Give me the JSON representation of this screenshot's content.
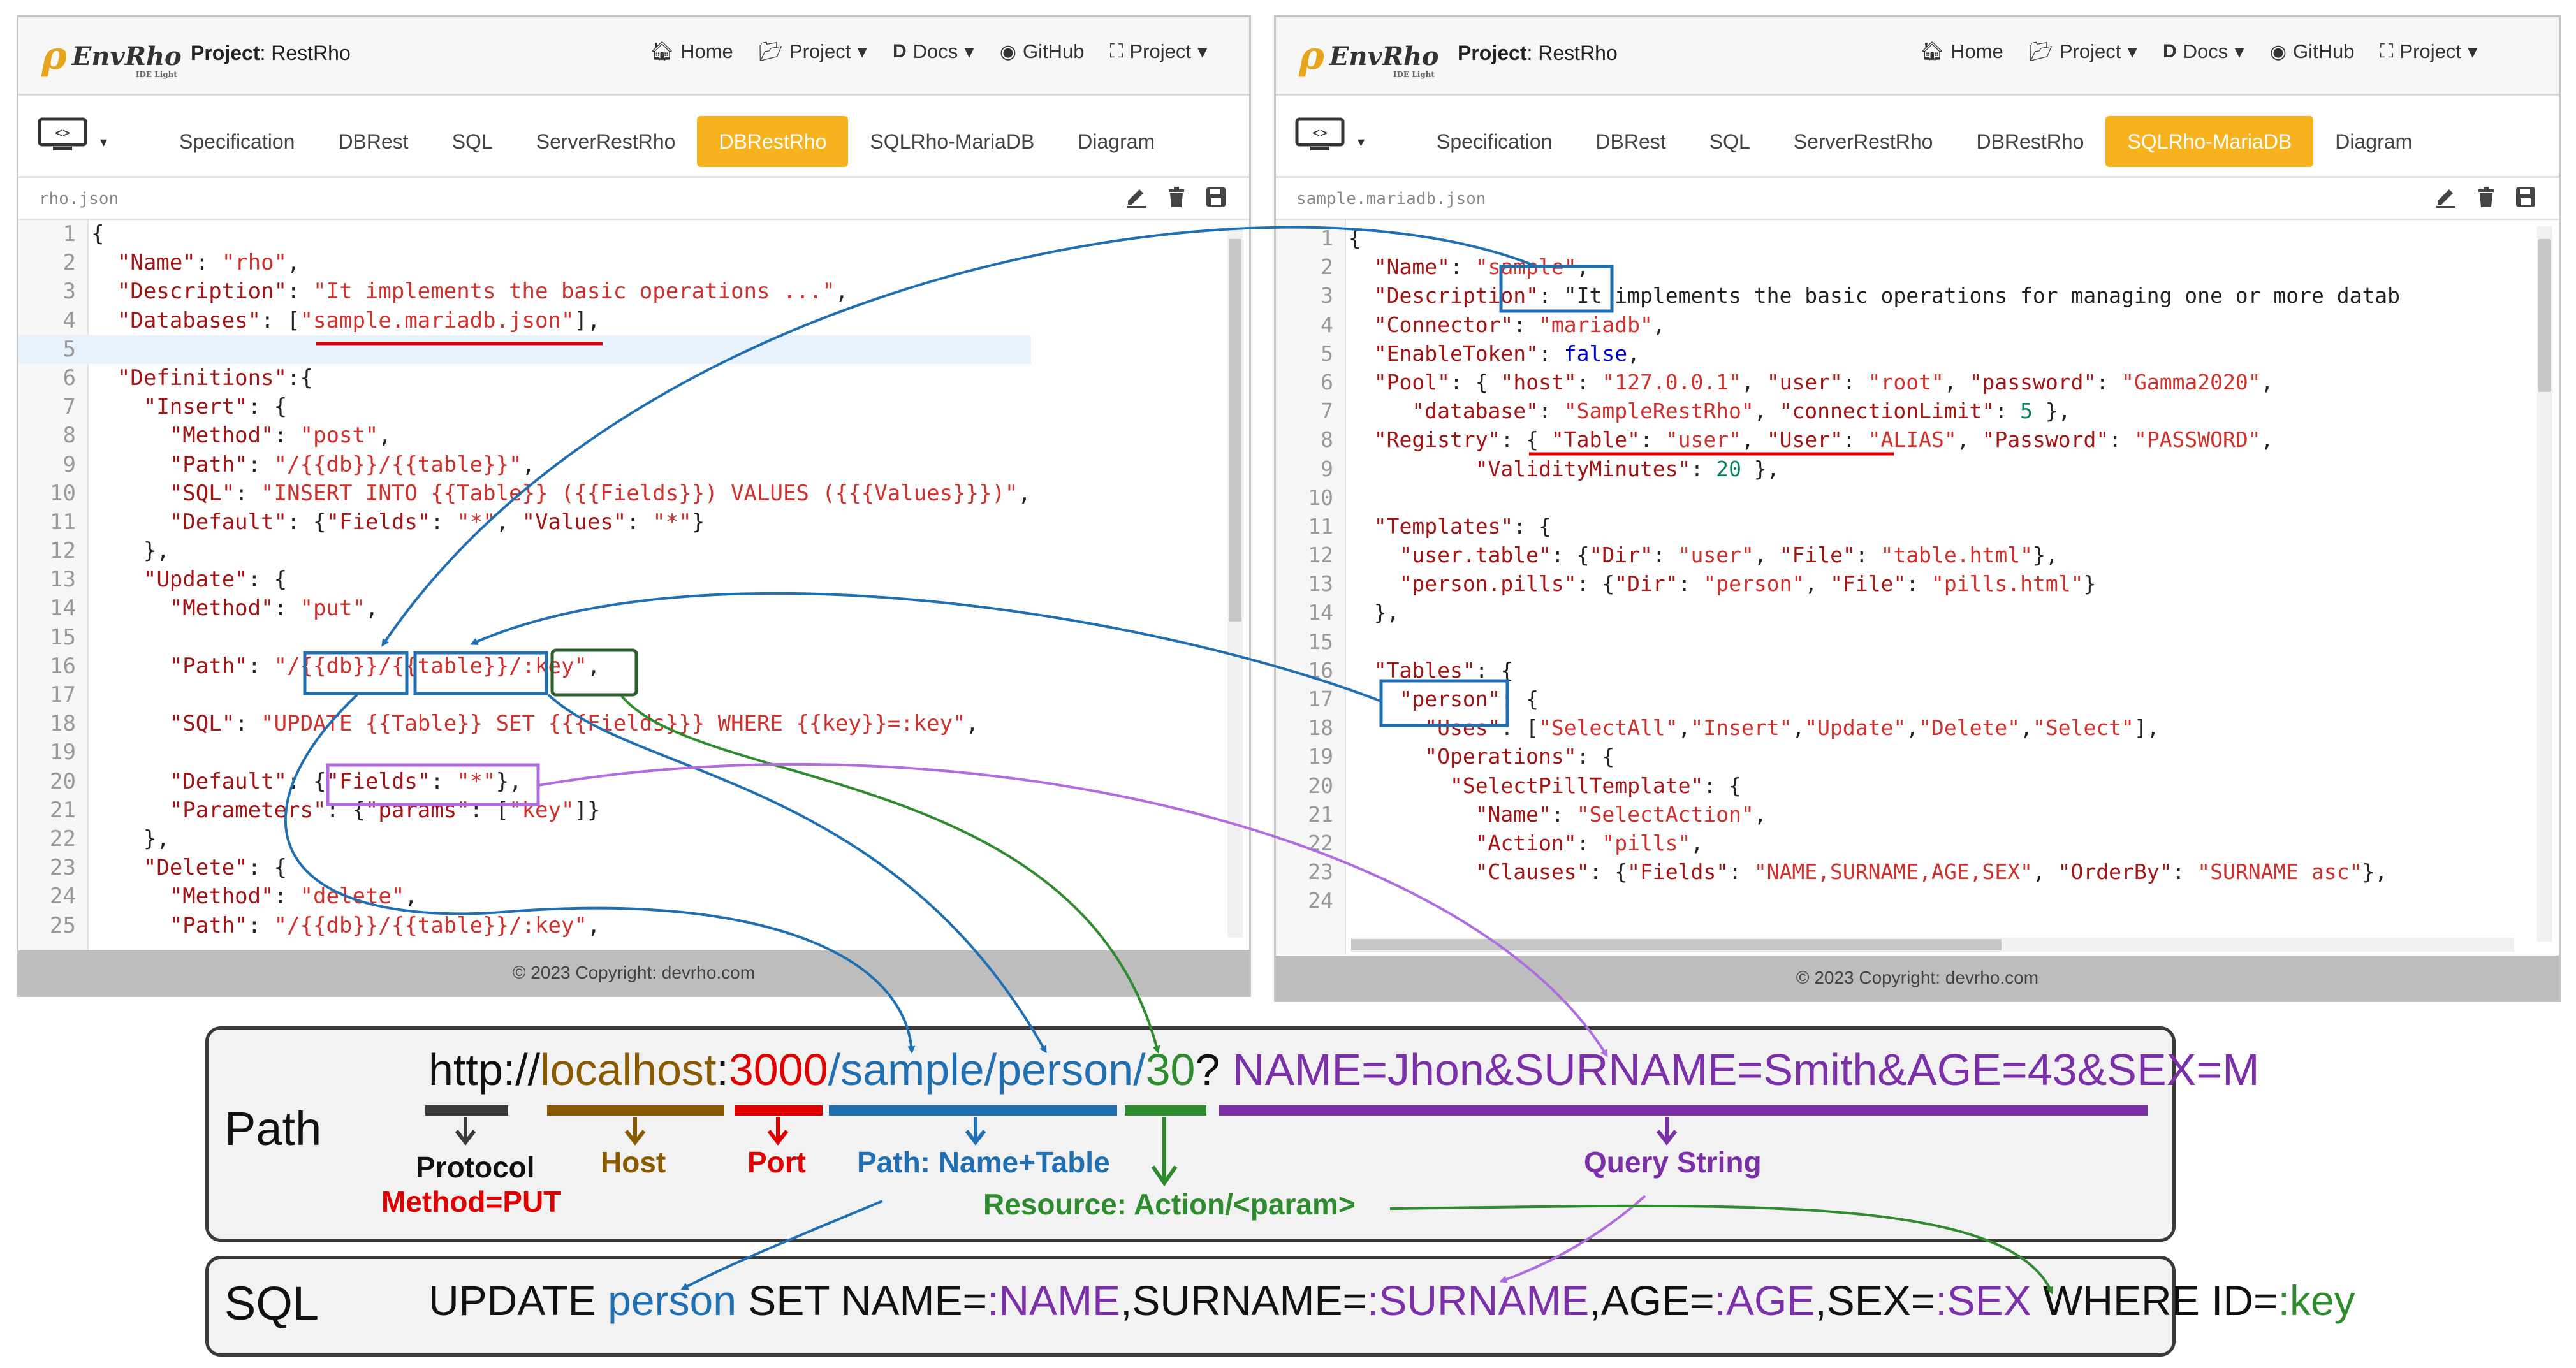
{
  "app": {
    "brand": "EnvRho",
    "brand_mark": "ρ",
    "brand_sub": "IDE Light",
    "project_prefix": "Project",
    "project_name": "RestRho",
    "menu": [
      "Home",
      "Project",
      "Docs",
      "GitHub",
      "Project"
    ],
    "footer": "© 2023 Copyright: devrho.com"
  },
  "left": {
    "tabs": [
      "Specification",
      "DBRest",
      "SQL",
      "ServerRestRho",
      "DBRestRho",
      "SQLRho-MariaDB",
      "Diagram"
    ],
    "active_tab": "DBRestRho",
    "filename": "rho.json",
    "lines": [
      "{",
      "  \"Name\": \"rho\",",
      "  \"Description\": \"It implements the basic operations ...\",",
      "  \"Databases\": [\"sample.mariadb.json\"],",
      "",
      "  \"Definitions\":{",
      "    \"Insert\": {",
      "      \"Method\": \"post\",",
      "      \"Path\": \"/{{db}}/{{table}}\",",
      "      \"SQL\": \"INSERT INTO {{Table}} ({{Fields}}) VALUES ({{{Values}}})\",",
      "      \"Default\": {\"Fields\": \"*\", \"Values\": \"*\"}",
      "    },",
      "    \"Update\": {",
      "      \"Method\": \"put\",",
      "",
      "      \"Path\": \"/{{db}}/{{table}}/:key\",",
      "",
      "      \"SQL\": \"UPDATE {{Table}} SET {{{Fields}}} WHERE {{key}}=:key\",",
      "",
      "      \"Default\": {\"Fields\": \"*\"},",
      "      \"Parameters\": {\"params\": [\"key\"]}",
      "    },",
      "    \"Delete\": {",
      "      \"Method\": \"delete\",",
      "      \"Path\": \"/{{db}}/{{table}}/:key\","
    ]
  },
  "right": {
    "tabs": [
      "Specification",
      "DBRest",
      "SQL",
      "ServerRestRho",
      "DBRestRho",
      "SQLRho-MariaDB",
      "Diagram"
    ],
    "active_tab": "SQLRho-MariaDB",
    "filename": "sample.mariadb.json",
    "lines": [
      "{",
      "  \"Name\": \"sample\",",
      "  \"Description\": \"It implements the basic operations for managing one or more datab",
      "  \"Connector\": \"mariadb\",",
      "  \"EnableToken\": false,",
      "  \"Pool\": { \"host\": \"127.0.0.1\", \"user\": \"root\", \"password\": \"Gamma2020\",",
      "     \"database\": \"SampleRestRho\", \"connectionLimit\": 5 },",
      "  \"Registry\": { \"Table\": \"user\", \"User\": \"ALIAS\", \"Password\": \"PASSWORD\",",
      "          \"ValidityMinutes\": 20 },",
      "",
      "  \"Templates\": {",
      "    \"user.table\": {\"Dir\": \"user\", \"File\": \"table.html\"},",
      "    \"person.pills\": {\"Dir\": \"person\", \"File\": \"pills.html\"}",
      "  },",
      "",
      "  \"Tables\": {",
      "    \"person\": {",
      "      \"Uses\": [\"SelectAll\",\"Insert\",\"Update\",\"Delete\",\"Select\"],",
      "      \"Operations\": {",
      "        \"SelectPillTemplate\": {",
      "          \"Name\": \"SelectAction\",",
      "          \"Action\": \"pills\",",
      "          \"Clauses\": {\"Fields\": \"NAME,SURNAME,AGE,SEX\", \"OrderBy\": \"SURNAME asc\"},",
      "24"
    ]
  },
  "diagram": {
    "path_label": "Path",
    "sql_label": "SQL",
    "url": {
      "protocol": "http://",
      "host": "localhost",
      "colon": ":",
      "port": "3000",
      "path": "/sample/person/",
      "resource": "30",
      "qmark": "?",
      "query": " NAME=Jhon&SURNAME=Smith&AGE=43&SEX=M"
    },
    "legend": {
      "protocol": "Protocol",
      "method": "Method=PUT",
      "host": "Host",
      "port": "Port",
      "path": "Path: Name+Table",
      "resource": "Resource: Action/<param>",
      "query": "Query String"
    },
    "sql": {
      "p1": "UPDATE ",
      "table": "person",
      "p2": " SET NAME=",
      "v1": ":NAME",
      "p3": ",SURNAME=",
      "v2": ":SURNAME",
      "p4": ",AGE=",
      "v3": ":AGE",
      "p5": ",SEX=",
      "v4": ":SEX",
      "p6": " WHERE ID=",
      "key": ":key"
    },
    "colors": {
      "protocol": "#3a3a3a",
      "host": "#8a5a00",
      "port": "#e00000",
      "path": "#1f6fb2",
      "resource": "#2e8b2e",
      "query": "#7b2fa8"
    }
  }
}
